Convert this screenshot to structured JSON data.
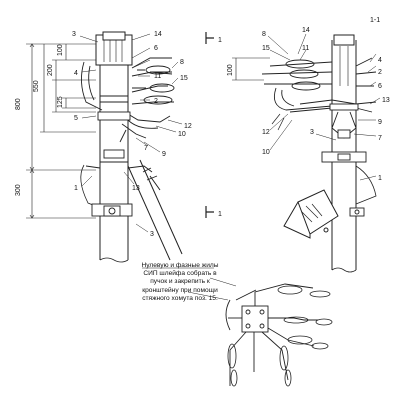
{
  "section_title": "1-1",
  "section_mark": "1",
  "dimensions": {
    "d800": "800",
    "d550": "550",
    "d300": "300",
    "d200": "200",
    "d100": "100",
    "d125": "125",
    "d100_right": "100"
  },
  "left_view_labels": [
    "3",
    "14",
    "6",
    "4",
    "11",
    "8",
    "15",
    "2",
    "5",
    "10",
    "12",
    "7",
    "9",
    "1",
    "13",
    "3"
  ],
  "right_view_labels": [
    "8",
    "14",
    "15",
    "11",
    "4",
    "2",
    "6",
    "13",
    "12",
    "9",
    "10",
    "3",
    "7",
    "1"
  ],
  "note_text": "Нулевую и фазные жилы СИП шлейфа собрать в пучок и закрепить к кронштейну при помощи стяжного хомута поз. 15."
}
